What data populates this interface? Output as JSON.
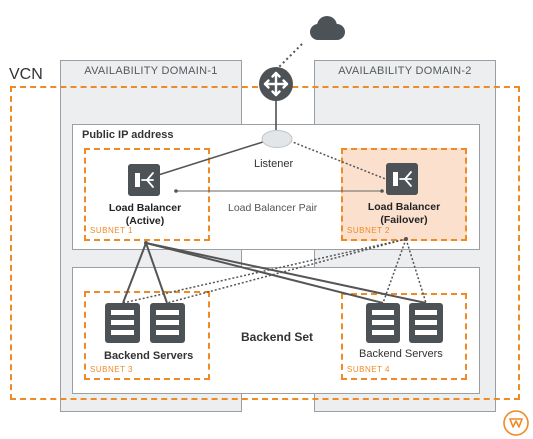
{
  "vcn": {
    "label": "VCN"
  },
  "domains": [
    {
      "label": "AVAILABILITY DOMAIN-1"
    },
    {
      "label": "AVAILABILITY DOMAIN-2"
    }
  ],
  "public_ip": {
    "label": "Public IP address"
  },
  "listener": {
    "label": "Listener"
  },
  "lb_pair": {
    "label": "Load Balancer Pair"
  },
  "lb_active": {
    "line1": "Load Balancer",
    "line2": "(Active)",
    "subnet": "SUBNET 1"
  },
  "lb_failover": {
    "line1": "Load Balancer",
    "line2": "(Failover)",
    "subnet": "SUBNET 2"
  },
  "backend_set": {
    "label": "Backend Set"
  },
  "backend_left": {
    "label": "Backend Servers",
    "subnet": "SUBNET 3"
  },
  "backend_right": {
    "label": "Backend Servers",
    "subnet": "SUBNET 4"
  },
  "colors": {
    "accent": "#f08a24",
    "icon": "#4d5257",
    "failover_fill": "#fbe1cd"
  },
  "icons": [
    "cloud-icon",
    "router-icon",
    "load-balancer-icon",
    "server-icon",
    "gateway-icon"
  ]
}
